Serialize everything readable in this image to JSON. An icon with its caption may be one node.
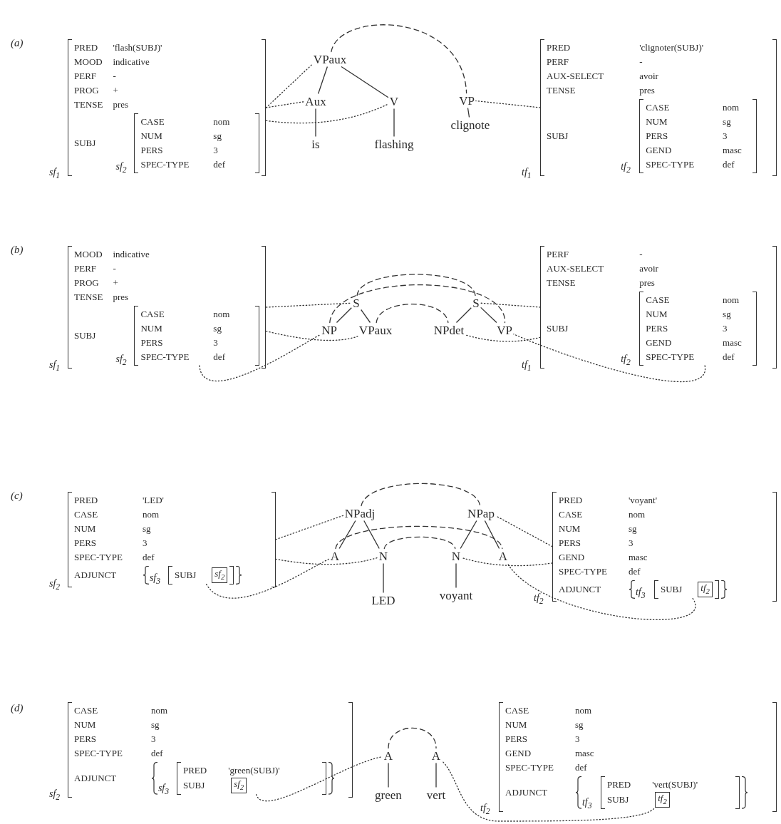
{
  "diagram": {
    "nodes": [
      {
        "text": [
          "PRED",
          "'flash(SUBJ)'",
          "MOOD",
          "indicative",
          "PERF",
          "-",
          "PROG",
          "+",
          "TENSE",
          "pres",
          "SUBJ"
        ],
        "beside": [
          "sf$_{1}$"
        ]
      },
      {
        "text": [
          "CASE",
          "nom",
          "NUM",
          "sg",
          "PERS",
          "3",
          "SPEC-TYPE",
          "def"
        ],
        "in": 0,
        "beside": [
          "sf$_{2}$"
        ]
      },
      {
        "text": [
          "VPaux"
        ]
      },
      {
        "text": [
          "Aux"
        ]
      },
      {
        "text": [
          "V"
        ]
      },
      {
        "text": [
          "is"
        ]
      },
      {
        "text": [
          "flashing"
        ]
      },
      {
        "text": [
          "VP"
        ]
      },
      {
        "text": [
          "clignote"
        ]
      },
      {
        "text": [
          "PRED",
          "'clignoter(SUBJ)'",
          "PERF",
          "-",
          "AUX-SELECT",
          "avoir",
          "TENSE",
          "pres",
          "SUBJ"
        ],
        "beside": [
          "tf$_{1}$"
        ]
      },
      {
        "text": [
          "CASE",
          "nom",
          "NUM",
          "sg",
          "PERS",
          "3",
          "GEND",
          "masc",
          "SPEC-TYPE",
          "def"
        ],
        "in": 9,
        "beside": [
          "tf$_{2}$"
        ]
      },
      {
        "text": [
          "MOOD",
          "indicative",
          "PERF",
          "-",
          "PROG",
          "+",
          "TENSE",
          "pres",
          "SUBJ"
        ],
        "beside": [
          "sf$_{1}$"
        ]
      },
      {
        "text": [
          "CASE",
          "nom",
          "NUM",
          "sg",
          "PERS",
          "3",
          "SPEC-TYPE",
          "def"
        ],
        "in": 11,
        "beside": [
          "sf$_{2}$"
        ]
      },
      {
        "text": [
          "S"
        ]
      },
      {
        "text": [
          "NP"
        ]
      },
      {
        "text": [
          "VPaux"
        ]
      },
      {
        "text": [
          "S"
        ]
      },
      {
        "text": [
          "NPdet"
        ]
      },
      {
        "text": [
          "VP"
        ]
      },
      {
        "text": [
          "PERF",
          "-",
          "AUX-SELECT",
          "avoir",
          "TENSE",
          "pres",
          "SUBJ"
        ],
        "beside": [
          "tf$_{1}$"
        ]
      },
      {
        "text": [
          "CASE",
          "nom",
          "NUM",
          "sg",
          "PERS",
          "3",
          "GEND",
          "masc",
          "SPEC-TYPE",
          "def"
        ],
        "in": 19,
        "beside": [
          "tf$_{2}$"
        ]
      },
      {
        "text": [
          "PRED",
          "'LED'",
          "CASE",
          "nom",
          "NUM",
          "sg",
          "PERS",
          "3",
          "SPEC-TYPE",
          "def",
          "ADJUNCT"
        ],
        "beside": [
          "sf$_{2}$"
        ]
      },
      {
        "text": [
          "SUBJ"
        ],
        "in": 21,
        "beside": [
          "sf$_{3}$"
        ]
      },
      {
        "text": [
          "sf$_{2}$"
        ],
        "in": 22
      },
      {
        "text": [
          "NPadj"
        ]
      },
      {
        "text": [
          "A"
        ]
      },
      {
        "text": [
          "N"
        ]
      },
      {
        "text": [
          "LED"
        ]
      },
      {
        "text": [
          "NPap"
        ]
      },
      {
        "text": [
          "N"
        ]
      },
      {
        "text": [
          "A"
        ]
      },
      {
        "text": [
          "voyant"
        ]
      },
      {
        "text": [
          "PRED",
          "'voyant'",
          "CASE",
          "nom",
          "NUM",
          "sg",
          "PERS",
          "3",
          "GEND",
          "masc",
          "SPEC-TYPE",
          "def",
          "ADJUNCT"
        ],
        "beside": [
          "tf$_{2}$"
        ]
      },
      {
        "text": [
          "SUBJ"
        ],
        "in": 32,
        "beside": [
          "tf$_{3}$"
        ]
      },
      {
        "text": [
          "tf$_{2}$"
        ],
        "in": 33
      },
      {
        "text": [
          "CASE",
          "nom",
          "NUM",
          "sg",
          "PERS",
          "3",
          "SPEC-TYPE",
          "def",
          "ADJUNCT"
        ],
        "beside": [
          "sf$_{2}$"
        ]
      },
      {
        "text": [
          "PRED",
          "'green(SUBJ)'",
          "SUBJ"
        ],
        "in": 35,
        "beside": [
          "sf$_{3}$"
        ]
      },
      {
        "text": [
          "sf$_{2}$"
        ],
        "in": 36
      },
      {
        "text": [
          "A"
        ]
      },
      {
        "text": [
          "green"
        ]
      },
      {
        "text": [
          "A"
        ]
      },
      {
        "text": [
          "vert"
        ]
      },
      {
        "text": [
          "CASE",
          "nom",
          "NUM",
          "sg",
          "PERS",
          "3",
          "GEND",
          "masc",
          "SPEC-TYPE",
          "def",
          "ADJUNCT"
        ],
        "beside": [
          "tf$_{2}$"
        ]
      },
      {
        "text": [
          "PRED",
          "'vert(SUBJ)'",
          "SUBJ"
        ],
        "in": 42,
        "beside": [
          "tf$_{3}$"
        ]
      },
      {
        "text": [
          "tf$_{2}$"
        ],
        "in": 43
      }
    ],
    "edges": [
      {
        "from": 2,
        "to": 3,
        "arrow": "none"
      },
      {
        "from": 2,
        "to": 4,
        "arrow": "none"
      },
      {
        "from": 3,
        "to": 5,
        "arrow": "none"
      },
      {
        "from": 4,
        "to": 6,
        "arrow": "none"
      },
      {
        "from": 7,
        "to": 8,
        "arrow": "none"
      },
      {
        "from": 0,
        "to": 2,
        "arrow": "none",
        "style": "dashed"
      },
      {
        "from": 0,
        "to": 3,
        "arrow": "none",
        "style": "dashed"
      },
      {
        "from": 0,
        "to": 4,
        "arrow": "none",
        "style": "dashed"
      },
      {
        "from": 9,
        "to": 7,
        "arrow": "none",
        "style": "dashed"
      },
      {
        "from": 2,
        "to": 7,
        "arrow": "none",
        "style": "dashed"
      },
      {
        "from": 13,
        "to": 14,
        "arrow": "none"
      },
      {
        "from": 13,
        "to": 15,
        "arrow": "none"
      },
      {
        "from": 16,
        "to": 17,
        "arrow": "none"
      },
      {
        "from": 16,
        "to": 18,
        "arrow": "none"
      },
      {
        "from": 11,
        "to": 13,
        "arrow": "none",
        "style": "dashed"
      },
      {
        "from": 11,
        "to": 15,
        "arrow": "none",
        "style": "dashed"
      },
      {
        "from": 12,
        "to": 14,
        "arrow": "none",
        "style": "dashed"
      },
      {
        "from": 19,
        "to": 16,
        "arrow": "none",
        "style": "dashed"
      },
      {
        "from": 19,
        "to": 17,
        "arrow": "none",
        "style": "dashed"
      },
      {
        "from": 20,
        "to": 18,
        "arrow": "none",
        "style": "dashed"
      },
      {
        "from": 13,
        "to": 16,
        "arrow": "none",
        "style": "dashed"
      },
      {
        "from": 14,
        "to": 18,
        "arrow": "none",
        "style": "dashed"
      },
      {
        "from": 15,
        "to": 17,
        "arrow": "none",
        "style": "dashed"
      },
      {
        "from": 24,
        "to": 25,
        "arrow": "none"
      },
      {
        "from": 24,
        "to": 26,
        "arrow": "none"
      },
      {
        "from": 26,
        "to": 27,
        "arrow": "none"
      },
      {
        "from": 28,
        "to": 29,
        "arrow": "none"
      },
      {
        "from": 28,
        "to": 30,
        "arrow": "none"
      },
      {
        "from": 29,
        "to": 31,
        "arrow": "none"
      },
      {
        "from": 21,
        "to": 24,
        "arrow": "none",
        "style": "dashed"
      },
      {
        "from": 21,
        "to": 26,
        "arrow": "none",
        "style": "dashed"
      },
      {
        "from": 22,
        "to": 25,
        "arrow": "none",
        "style": "dashed"
      },
      {
        "from": 32,
        "to": 28,
        "arrow": "none",
        "style": "dashed"
      },
      {
        "from": 32,
        "to": 29,
        "arrow": "none",
        "style": "dashed"
      },
      {
        "from": 33,
        "to": 30,
        "arrow": "none",
        "style": "dashed"
      },
      {
        "from": 24,
        "to": 28,
        "arrow": "none",
        "style": "dashed"
      },
      {
        "from": 25,
        "to": 30,
        "arrow": "none",
        "style": "dashed"
      },
      {
        "from": 26,
        "to": 29,
        "arrow": "none",
        "style": "dashed"
      },
      {
        "from": 38,
        "to": 39,
        "arrow": "none"
      },
      {
        "from": 40,
        "to": 41,
        "arrow": "none"
      },
      {
        "from": 36,
        "to": 38,
        "arrow": "none",
        "style": "dashed"
      },
      {
        "from": 43,
        "to": 40,
        "arrow": "none",
        "style": "dashed"
      },
      {
        "from": 38,
        "to": 40,
        "arrow": "none",
        "style": "dashed"
      }
    ],
    "labels": [
      "(a)",
      "(b)",
      "(c)",
      "(d)"
    ]
  }
}
